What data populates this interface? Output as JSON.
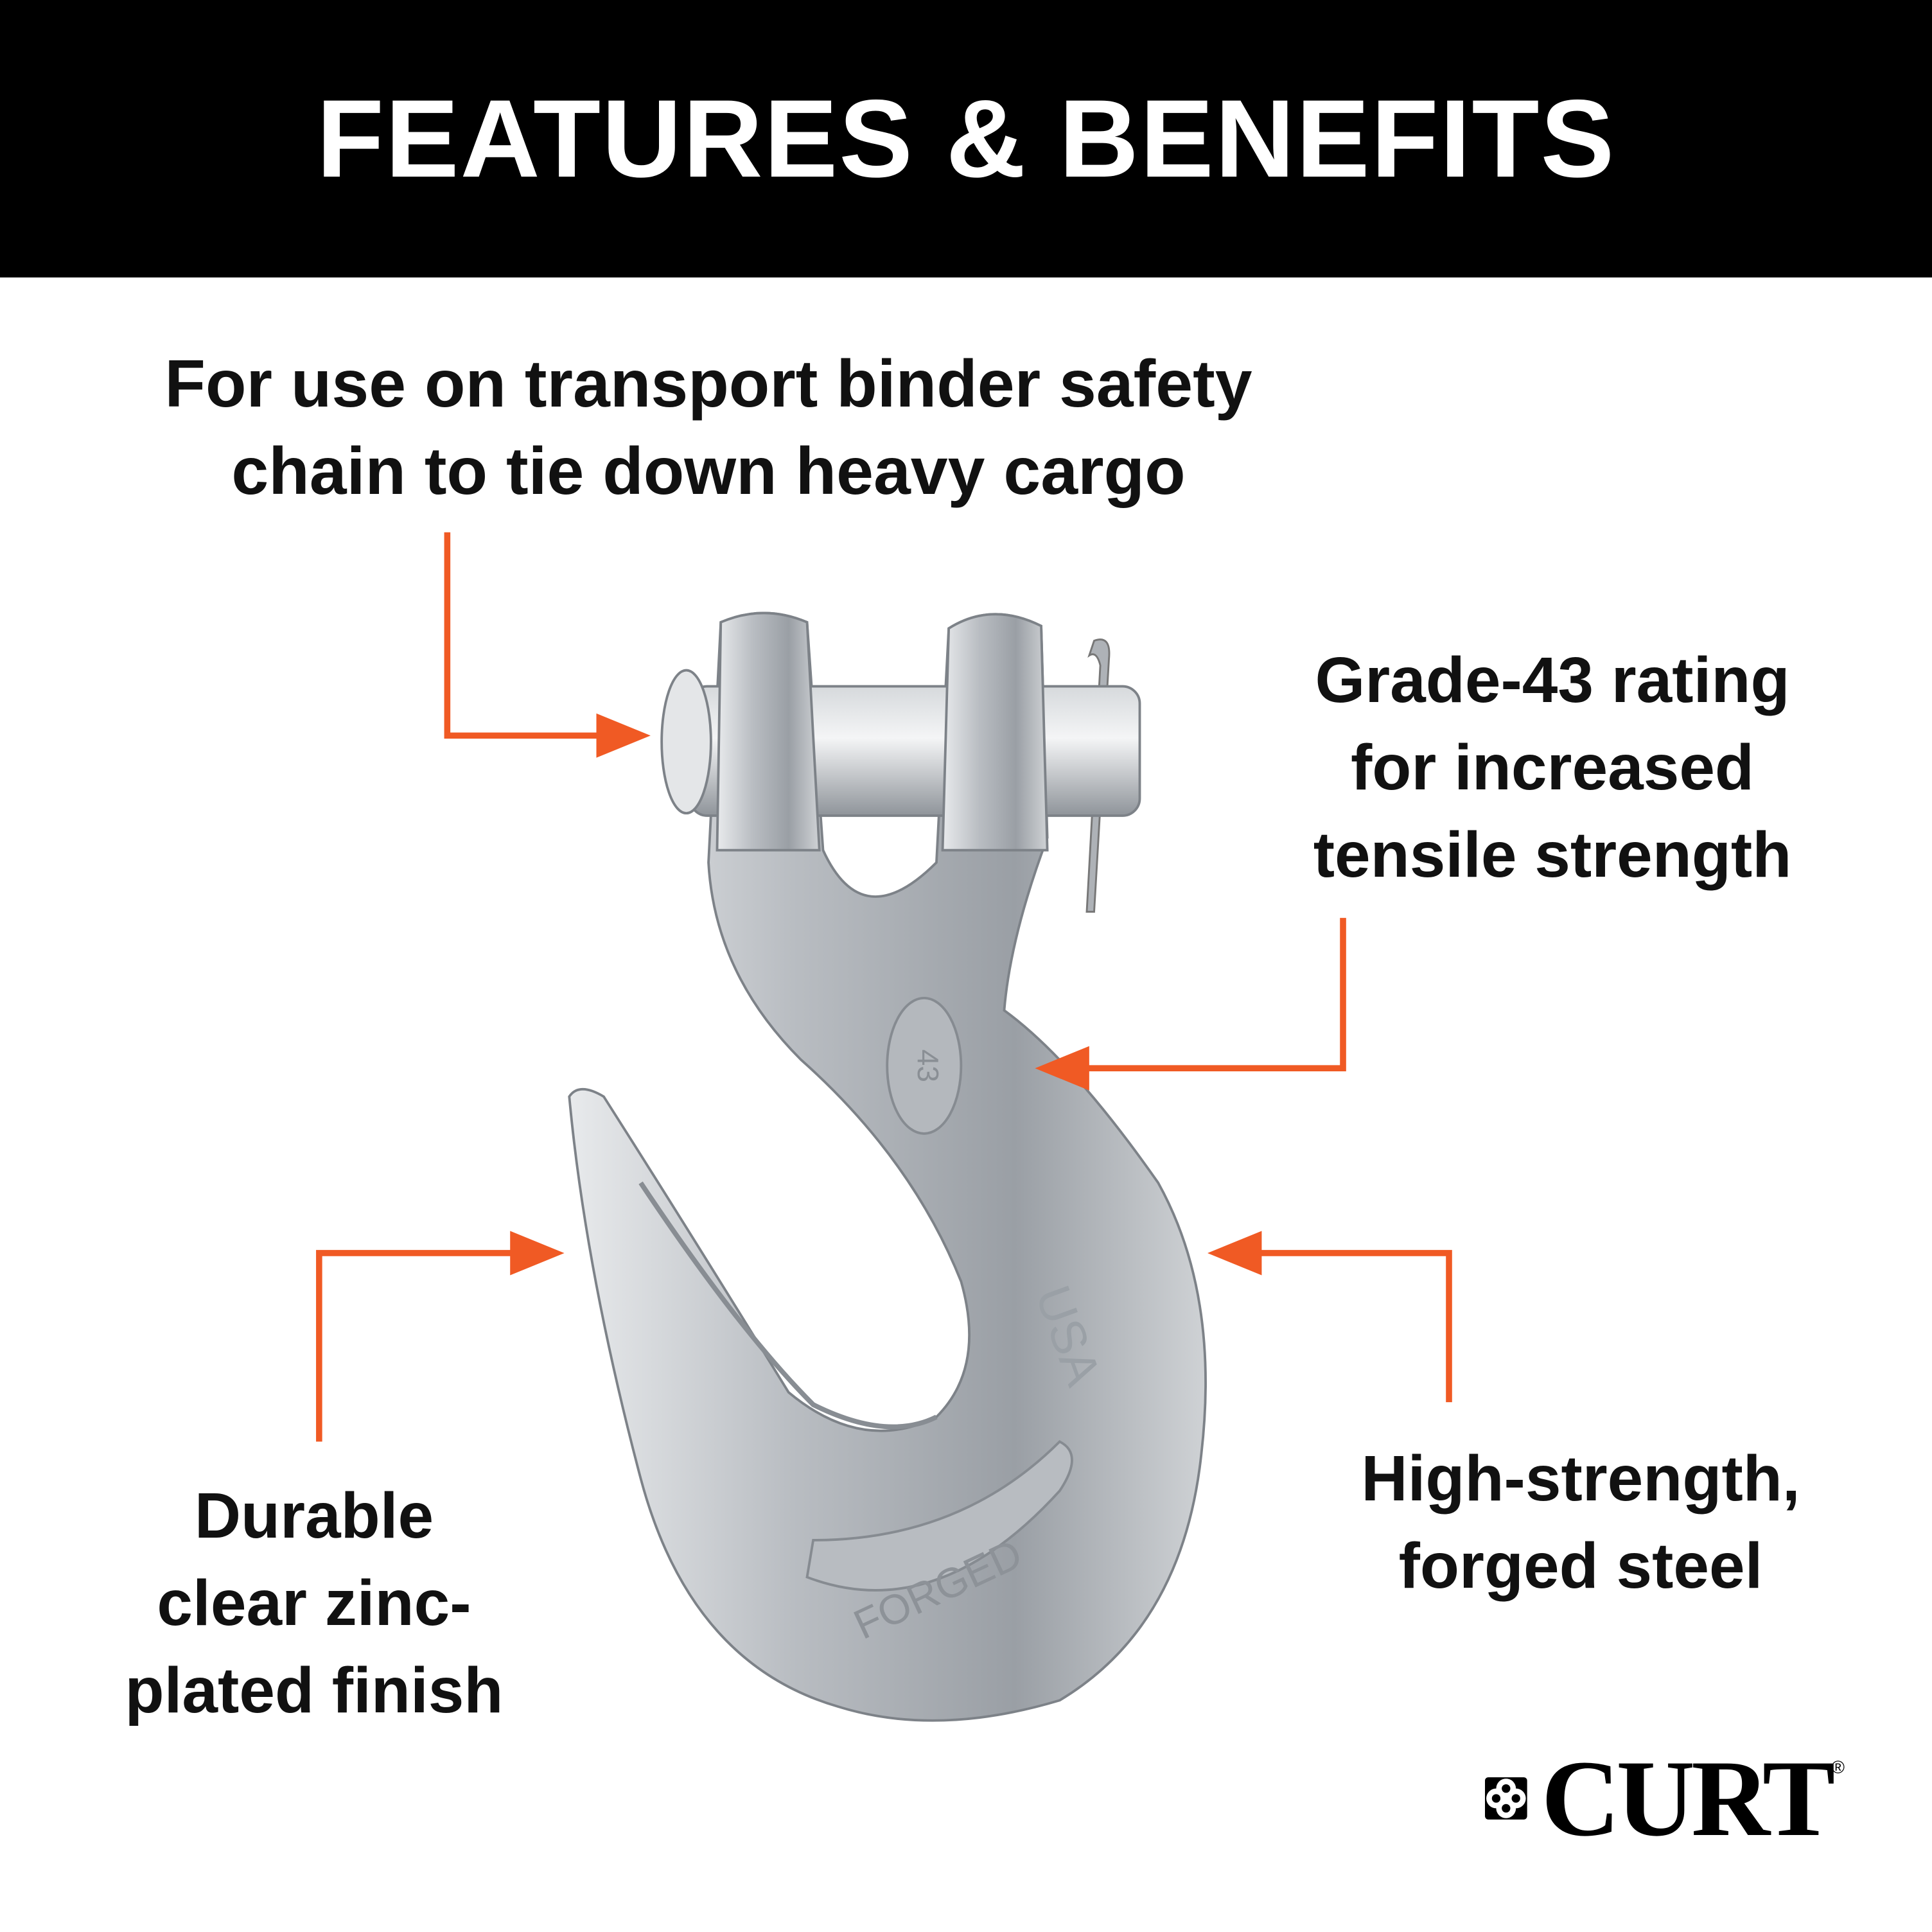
{
  "header": {
    "title": "FEATURES & BENEFITS"
  },
  "callouts": {
    "usage": [
      "For use on transport binder safety",
      "chain to tie down heavy cargo"
    ],
    "grade": [
      "Grade-43 rating",
      "for increased",
      "tensile strength"
    ],
    "finish": [
      "Durable",
      "clear zinc-",
      "plated finish"
    ],
    "steel": [
      "High-strength,",
      "forged steel"
    ]
  },
  "product": {
    "stamps": [
      "FORGED",
      "USA",
      "43"
    ]
  },
  "brand": {
    "name": "CURT",
    "registered": "®"
  },
  "colors": {
    "accent": "#f05a24",
    "header_bg": "#000000",
    "text": "#111111"
  }
}
